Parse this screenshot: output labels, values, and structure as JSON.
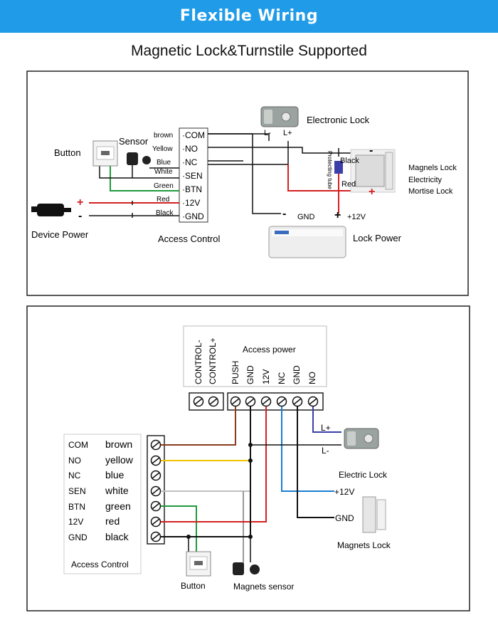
{
  "header": {
    "title": "Flexible Wiring",
    "subtitle": "Magnetic Lock&Turnstile Supported"
  },
  "top_diagram": {
    "terminals": [
      "·COM",
      "·NO",
      "·NC",
      "·SEN",
      "·BTN",
      "·12V",
      "·GND"
    ],
    "wire_labels": [
      "brown",
      "Yellow",
      "Blue",
      "White",
      "Green",
      "Red",
      "Black"
    ],
    "button_label": "Button",
    "sensor_label": "Sensor",
    "device_power_label": "Device Power",
    "access_control_label": "Access Control",
    "electronic_lock_label": "Electronic Lock",
    "lock_l_minus": "L-",
    "lock_l_plus": "L+",
    "magnets_lock_lines": [
      "Magnels Lock",
      "Electricity",
      "Mortise Lock"
    ],
    "tube_label": "Protecting tube",
    "black_label": "Black",
    "red_label": "Red",
    "gnd_label": "GND",
    "plus12_label": "+12V",
    "lock_power_label": "Lock Power",
    "plus": "+",
    "minus": "-"
  },
  "bottom_diagram": {
    "control_labels": [
      "CONTROL-",
      "CONTROL+"
    ],
    "access_power_label": "Access power",
    "power_terminals": [
      "PUSH",
      "GND",
      "12V",
      "NC",
      "GND",
      "NO"
    ],
    "access_rows": [
      {
        "terminal": "COM",
        "color": "brown"
      },
      {
        "terminal": "NO",
        "color": "yellow"
      },
      {
        "terminal": "NC",
        "color": "blue"
      },
      {
        "terminal": "SEN",
        "color": "white"
      },
      {
        "terminal": "BTN",
        "color": "green"
      },
      {
        "terminal": "12V",
        "color": "red"
      },
      {
        "terminal": "GND",
        "color": "black"
      }
    ],
    "access_control_label": "Access Control",
    "l_plus": "L+",
    "l_minus": "L-",
    "electric_lock_label": "Electric Lock",
    "plus12_label": "+12V",
    "gnd_label": "GND",
    "magnets_lock_label": "Magnets  Lock",
    "button_label": "Button",
    "magnets_sensor_label": "Magnets sensor"
  },
  "colors": {
    "banner": "#1f9be8",
    "wire_brown": "#8b3a1e",
    "wire_yellow": "#f2c300",
    "wire_blue": "#1a7fd1",
    "wire_green": "#1e9a3c",
    "wire_red": "#d42020",
    "wire_purple": "#3b3fa8",
    "wire_black": "#111111",
    "wire_white": "#aaaaaa"
  }
}
